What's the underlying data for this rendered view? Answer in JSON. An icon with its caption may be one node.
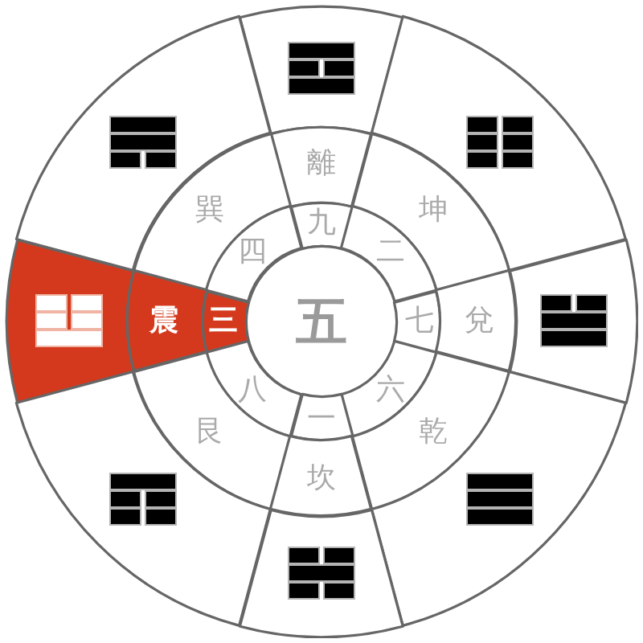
{
  "diagram": {
    "nodes": [
      {
        "text": [],
        "shape": "picture"
      },
      {
        "text": [],
        "shape": "picture"
      },
      {
        "text": [],
        "shape": "picture"
      },
      {
        "text": [
          "離"
        ]
      },
      {
        "text": [
          "巽"
        ]
      },
      {
        "text": [
          "坤"
        ]
      },
      {
        "text": [
          "九"
        ]
      },
      {
        "text": [
          "四"
        ]
      },
      {
        "text": [
          "二"
        ]
      },
      {
        "text": [],
        "shape": "picture"
      },
      {
        "text": [
          "震"
        ]
      },
      {
        "text": [
          "三"
        ]
      },
      {
        "text": [
          "五"
        ]
      },
      {
        "text": [
          "七"
        ]
      },
      {
        "text": [
          "兌"
        ]
      },
      {
        "text": [],
        "shape": "picture"
      },
      {
        "text": [
          "八"
        ]
      },
      {
        "text": [
          "六"
        ]
      },
      {
        "text": [
          "一"
        ]
      },
      {
        "text": [
          "艮"
        ]
      },
      {
        "text": [
          "乾"
        ]
      },
      {
        "text": [
          "坎"
        ]
      },
      {
        "text": [],
        "shape": "picture"
      },
      {
        "text": [],
        "shape": "picture"
      },
      {
        "text": [],
        "shape": "picture"
      }
    ]
  }
}
